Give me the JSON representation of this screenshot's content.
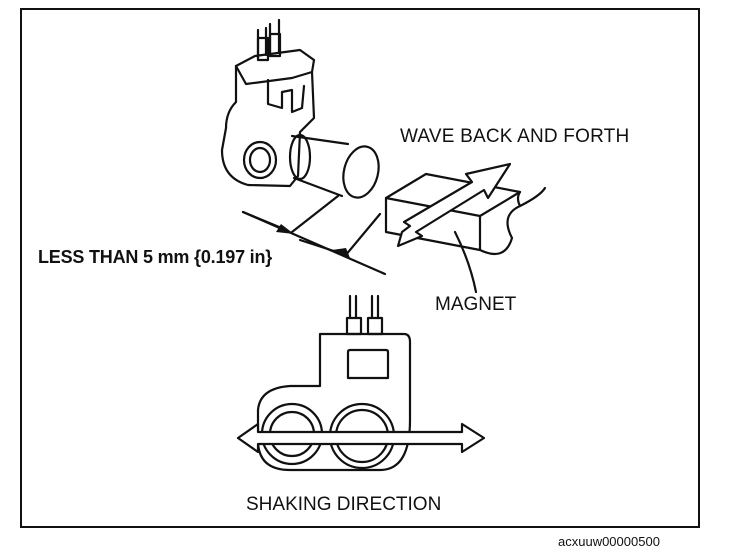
{
  "labels": {
    "wave": "WAVE BACK AND FORTH",
    "distance": "LESS THAN 5 mm {0.197 in}",
    "magnet": "MAGNET",
    "shaking": "SHAKING DIRECTION",
    "code": "acxuuw00000500"
  },
  "colors": {
    "ink": "#111111",
    "paper": "#ffffff"
  }
}
